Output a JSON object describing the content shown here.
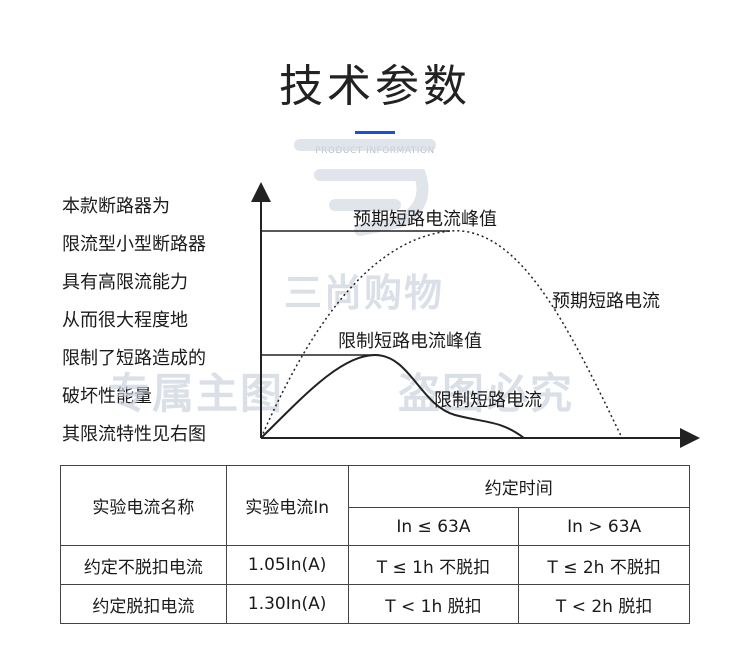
{
  "title": "技术参数",
  "subtitle": "PRODUCT INFORMATION",
  "description": [
    "本款断路器为",
    "限流型小型断路器",
    "具有高限流能力",
    "从而很大程度地",
    "限制了短路造成的",
    "破坏性能量",
    "其限流特性见右图"
  ],
  "watermarks": [
    "三尚购物",
    "专属主图",
    "盗图必究"
  ],
  "chart_data": {
    "type": "line",
    "labels": [
      "预期短路电流峰值",
      "预期短路电流",
      "限制短路电流峰值",
      "限制短路电流"
    ]
  },
  "table": {
    "col1_header": "实验电流名称",
    "col2_header": "实验电流In",
    "group_header": "约定时间",
    "sub1": "In ≤ 63A",
    "sub2": "In > 63A",
    "rows": [
      {
        "name": "约定不脱扣电流",
        "current": "1.05In(A)",
        "t1": "T ≤ 1h 不脱扣",
        "t2": "T ≤ 2h 不脱扣"
      },
      {
        "name": "约定脱扣电流",
        "current": "1.30In(A)",
        "t1": "T < 1h 脱扣",
        "t2": "T < 2h 脱扣"
      }
    ]
  }
}
